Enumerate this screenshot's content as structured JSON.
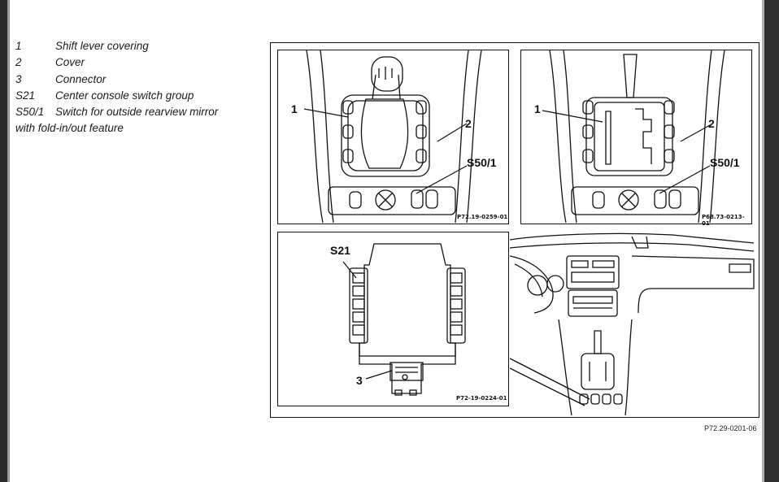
{
  "legend": [
    {
      "code": "1",
      "text": "Shift lever covering"
    },
    {
      "code": "2",
      "text": "Cover"
    },
    {
      "code": "3",
      "text": "Connector"
    },
    {
      "code": "S21",
      "text": "Center console switch group"
    },
    {
      "code": "S50/1",
      "text": "Switch for outside rearview mirror"
    }
  ],
  "legend_continuation": "with fold-in/out feature",
  "panels": {
    "top_left": {
      "ref": "P72.19-0259-01",
      "callouts": [
        "1",
        "2",
        "S50/1"
      ]
    },
    "top_right": {
      "ref": "P68.73-0213-01",
      "callouts": [
        "1",
        "2",
        "S50/1"
      ]
    },
    "bottom_left": {
      "ref": "P72-19-0224-01",
      "callouts": [
        "S21",
        "3"
      ]
    }
  },
  "figure_ref": "P72.29-0201-06"
}
